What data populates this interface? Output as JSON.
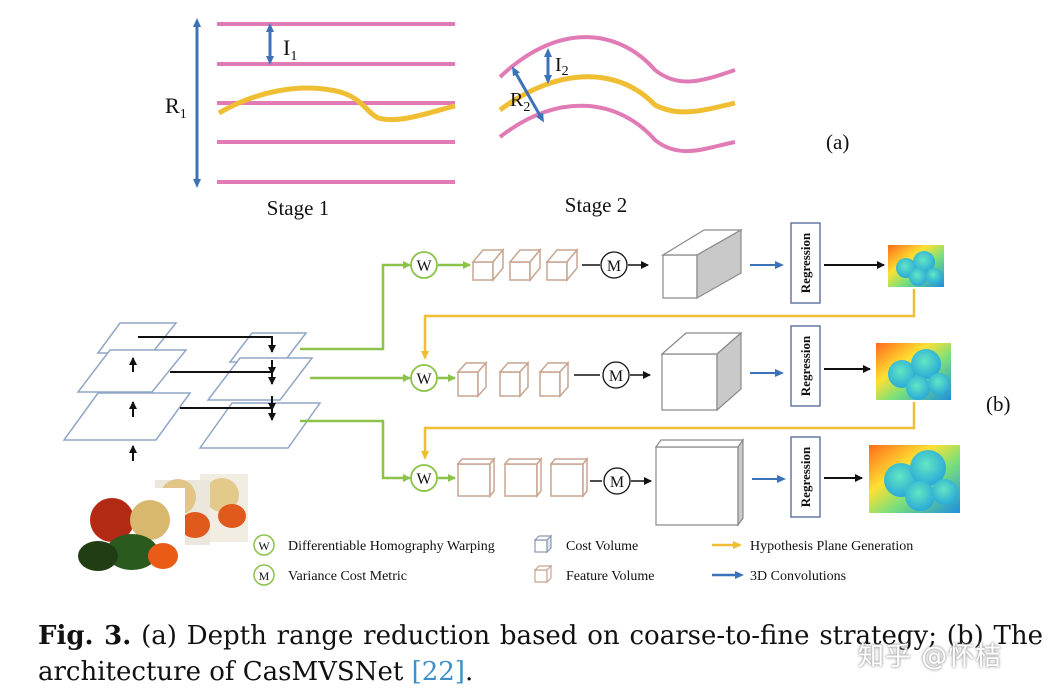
{
  "panel_a": {
    "i1": "I",
    "i1_sub": "1",
    "r1": "R",
    "r1_sub": "1",
    "i2": "I",
    "i2_sub": "2",
    "r2": "R",
    "r2_sub": "2",
    "stage1": "Stage 1",
    "stage2": "Stage 2",
    "label": "(a)"
  },
  "panel_b": {
    "label": "(b)",
    "warp_symbol": "W",
    "metric_symbol": "M",
    "regression": "Regression"
  },
  "legend": {
    "warp": "Differentiable Homography Warping",
    "metric": "Variance Cost Metric",
    "cost_volume": "Cost Volume",
    "feature_volume": "Feature Volume",
    "hypothesis": "Hypothesis Plane Generation",
    "conv3d": "3D Convolutions"
  },
  "caption": {
    "fig_label": "Fig. 3.",
    "text": " (a) Depth range reduction based on coarse-to-fine strategy; (b) The architecture of CasMVSNet ",
    "citation": "[22]",
    "end": "."
  },
  "watermark": "知乎 @怀桔",
  "colors": {
    "pink": "#e07bb5",
    "yellow": "#f0be33",
    "blue_arrow": "#3c72b8",
    "green_line": "#8cc24a",
    "cube_outline": "#c8a590"
  }
}
